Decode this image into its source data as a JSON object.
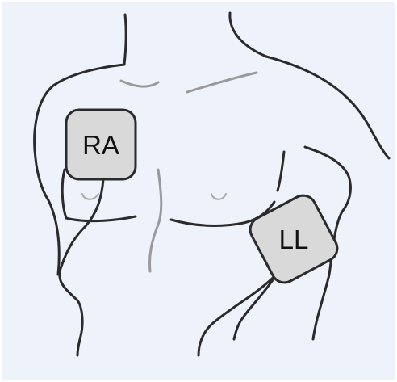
{
  "electrodes": [
    {
      "id": "ra",
      "label": "RA"
    },
    {
      "id": "ll",
      "label": "LL"
    }
  ],
  "colors": {
    "background": "#edf2fb",
    "outline": "#2b2b2b",
    "muscle_lines": "#9a9a9a",
    "electrode_fill": "#d9d9d9"
  }
}
